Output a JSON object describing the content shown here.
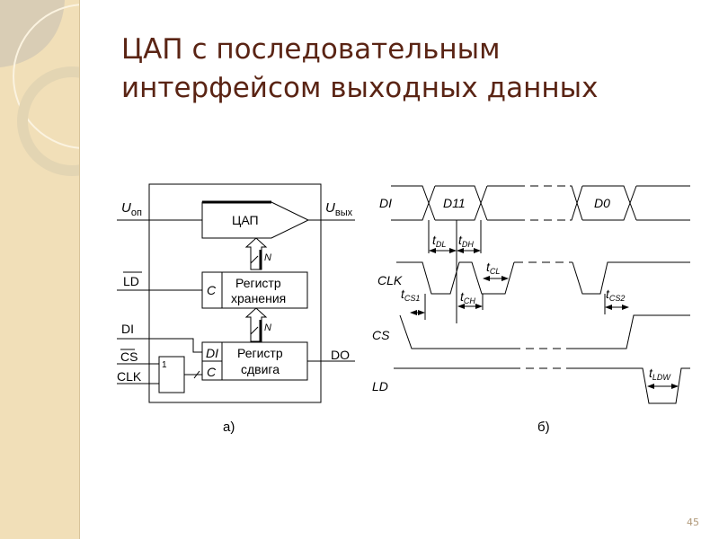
{
  "slide": {
    "title_line1": "ЦАП с последовательным",
    "title_line2": "интерфейсом выходных данных",
    "page_number": "45"
  },
  "block_diagram": {
    "caption": "а)",
    "u_ref": "U",
    "u_ref_sub": "оп",
    "u_out": "U",
    "u_out_sub": "вых",
    "dac": "ЦАП",
    "bus_width": "N",
    "hold_reg_line1": "Регистр",
    "hold_reg_line2": "хранения",
    "shift_reg_line1": "Регистр",
    "shift_reg_line2": "сдвига",
    "pin_c": "C",
    "pin_di": "DI",
    "ld": "LD",
    "di": "DI",
    "cs": "CS",
    "clk": "CLK",
    "do": "DO",
    "or_gate": "1"
  },
  "timing_diagram": {
    "caption": "б)",
    "sig_di": "DI",
    "sig_clk": "CLK",
    "sig_cs": "CS",
    "sig_ld": "LD",
    "d11": "D11",
    "d0": "D0",
    "t": "t",
    "tdl": "DL",
    "tdh": "DH",
    "tcl": "CL",
    "tch": "CH",
    "tcs1": "CS1",
    "tcs2": "CS2",
    "tldw": "LDW"
  },
  "colors": {
    "title": "#5a2414",
    "strip": "#f1dfb8"
  }
}
